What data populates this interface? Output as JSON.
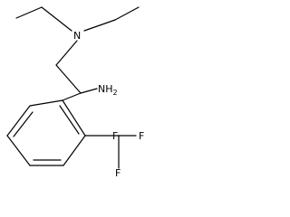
{
  "molecule": {
    "atoms": {
      "nitrogen": "N",
      "amine_main": "NH",
      "amine_sub": "2",
      "fluorine_left": "F",
      "fluorine_bottom": "F",
      "fluorine_right": "F"
    }
  }
}
